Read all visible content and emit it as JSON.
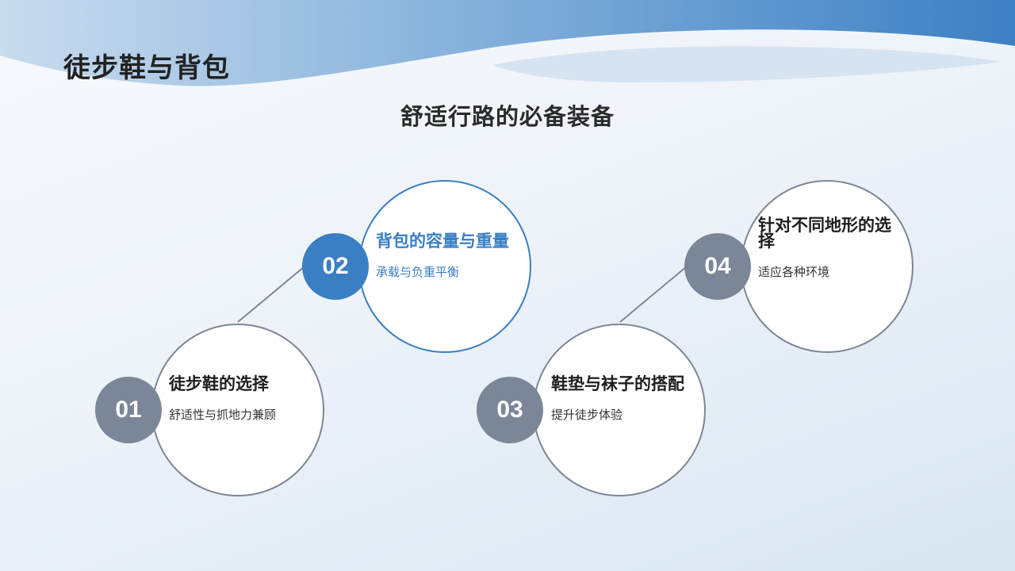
{
  "header": {
    "title": "徒步鞋与背包",
    "subtitle": "舒适行路的必备装备"
  },
  "colors": {
    "accent": "#3a7fc4",
    "badge_gray": "#7b8799",
    "title_text": "#222222"
  },
  "items": [
    {
      "number": "01",
      "title": "徒步鞋的选择",
      "description": "舒适性与抓地力兼顾",
      "active": false
    },
    {
      "number": "02",
      "title": "背包的容量与重量",
      "description": "承载与负重平衡",
      "active": true
    },
    {
      "number": "03",
      "title": "鞋垫与袜子的搭配",
      "description": "提升徒步体验",
      "active": false
    },
    {
      "number": "04",
      "title": "针对不同地形的选择",
      "description": "适应各种环境",
      "active": false
    }
  ]
}
